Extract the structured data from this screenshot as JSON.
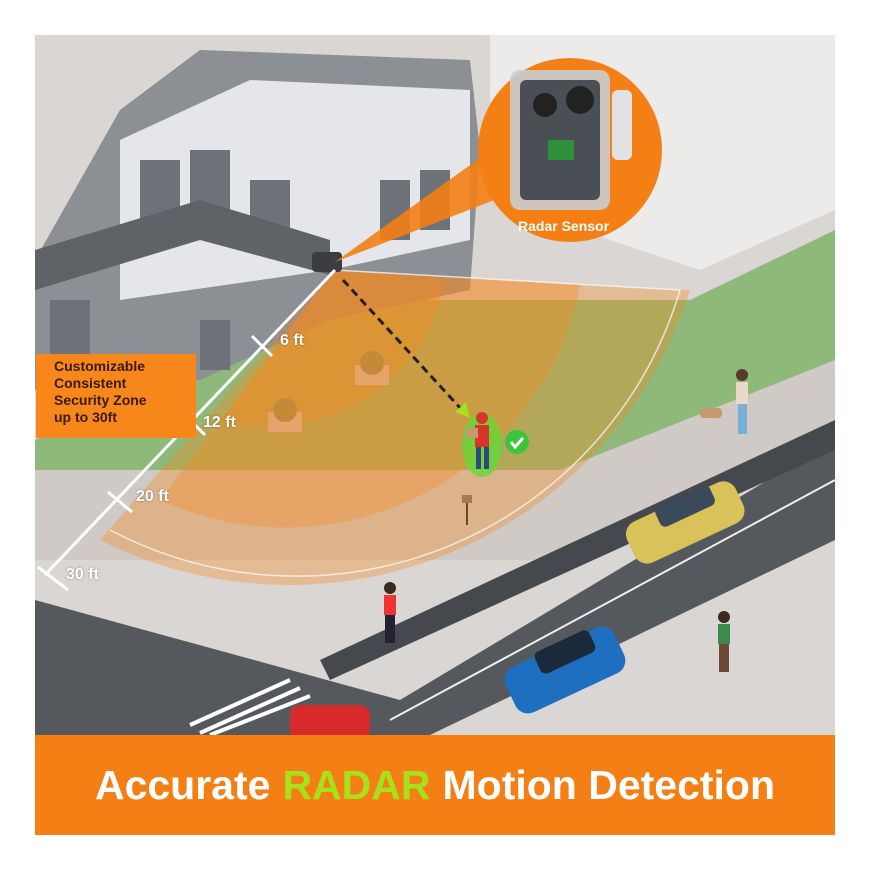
{
  "callout": {
    "lines": [
      "Customizable",
      "Consistent",
      "Security Zone",
      "up to 30ft"
    ]
  },
  "distance_markers": [
    "6 ft",
    "12 ft",
    "20 ft",
    "30 ft"
  ],
  "sensor_label": "Radar Sensor",
  "banner": {
    "before": "Accurate",
    "highlight": "RADAR",
    "after": "Motion Detection"
  },
  "colors": {
    "accent": "#f47f14",
    "highlight": "#a6e21b",
    "detected": "#3cc43c"
  }
}
